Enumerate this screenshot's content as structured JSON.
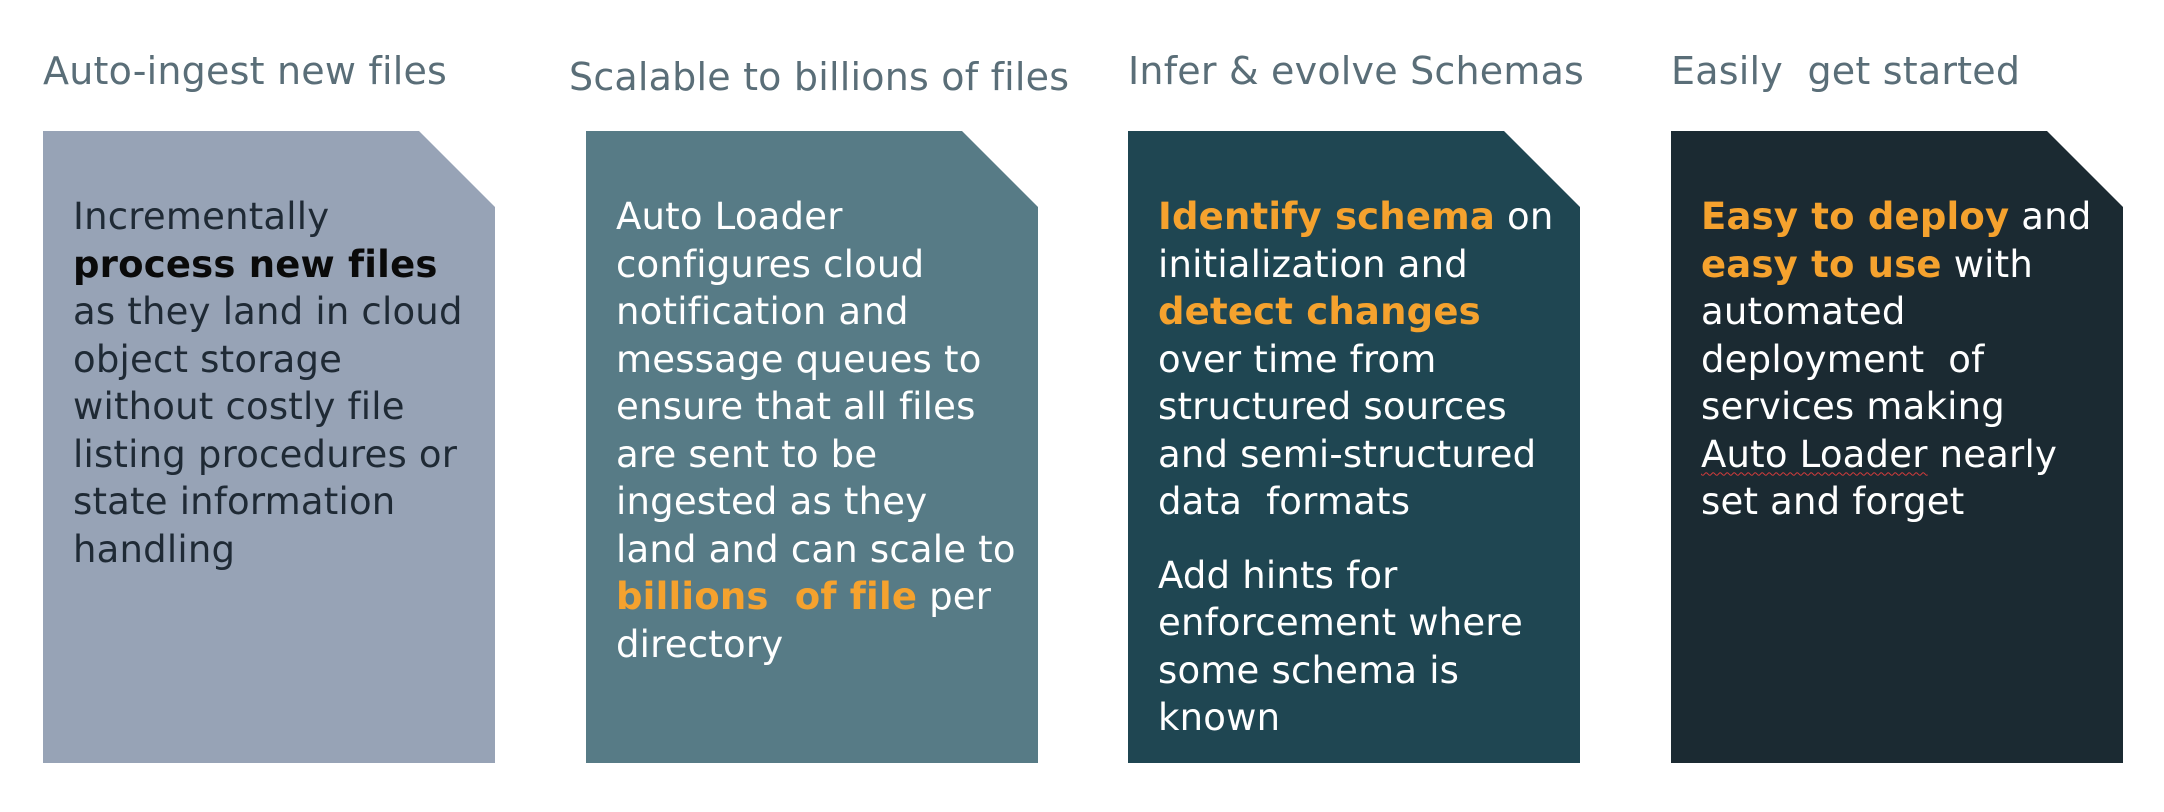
{
  "columns": [
    {
      "heading": "Auto-ingest new files",
      "text": {
        "l1": "Incrementally",
        "l2_bold": "process new files",
        "l3": "as they land in cloud object storage without costly file listing procedures or state information handling"
      }
    },
    {
      "heading": "Scalable to billions of files",
      "text": {
        "l1": "Auto Loader configures cloud notification and message queues to ensure that all files are sent to be ingested as they land and can scale to",
        "highlight": "billions  of file",
        "l3": " per directory"
      }
    },
    {
      "heading": "Infer & evolve Schemas",
      "text": {
        "h1": "Identify schema",
        "t1": " on initialization and ",
        "h2": "detect changes",
        "t2": " over time from structured sources and semi-structured data  formats",
        "p2": "Add hints for enforcement where some schema is known"
      }
    },
    {
      "heading": "Easily  get started",
      "text": {
        "h1": "Easy to deploy",
        "t1": " and ",
        "h2": "easy to use",
        "t2": " with automated deployment  of services making ",
        "squiggle": "Auto Loader",
        "t3": " nearly set and forget"
      }
    }
  ],
  "colors": {
    "heading": "#5a6e78",
    "card_1": "#97a3b6",
    "card_2": "#577b86",
    "card_3": "#1f4652",
    "card_4": "#1b2a32",
    "highlight": "#f5a22e"
  }
}
